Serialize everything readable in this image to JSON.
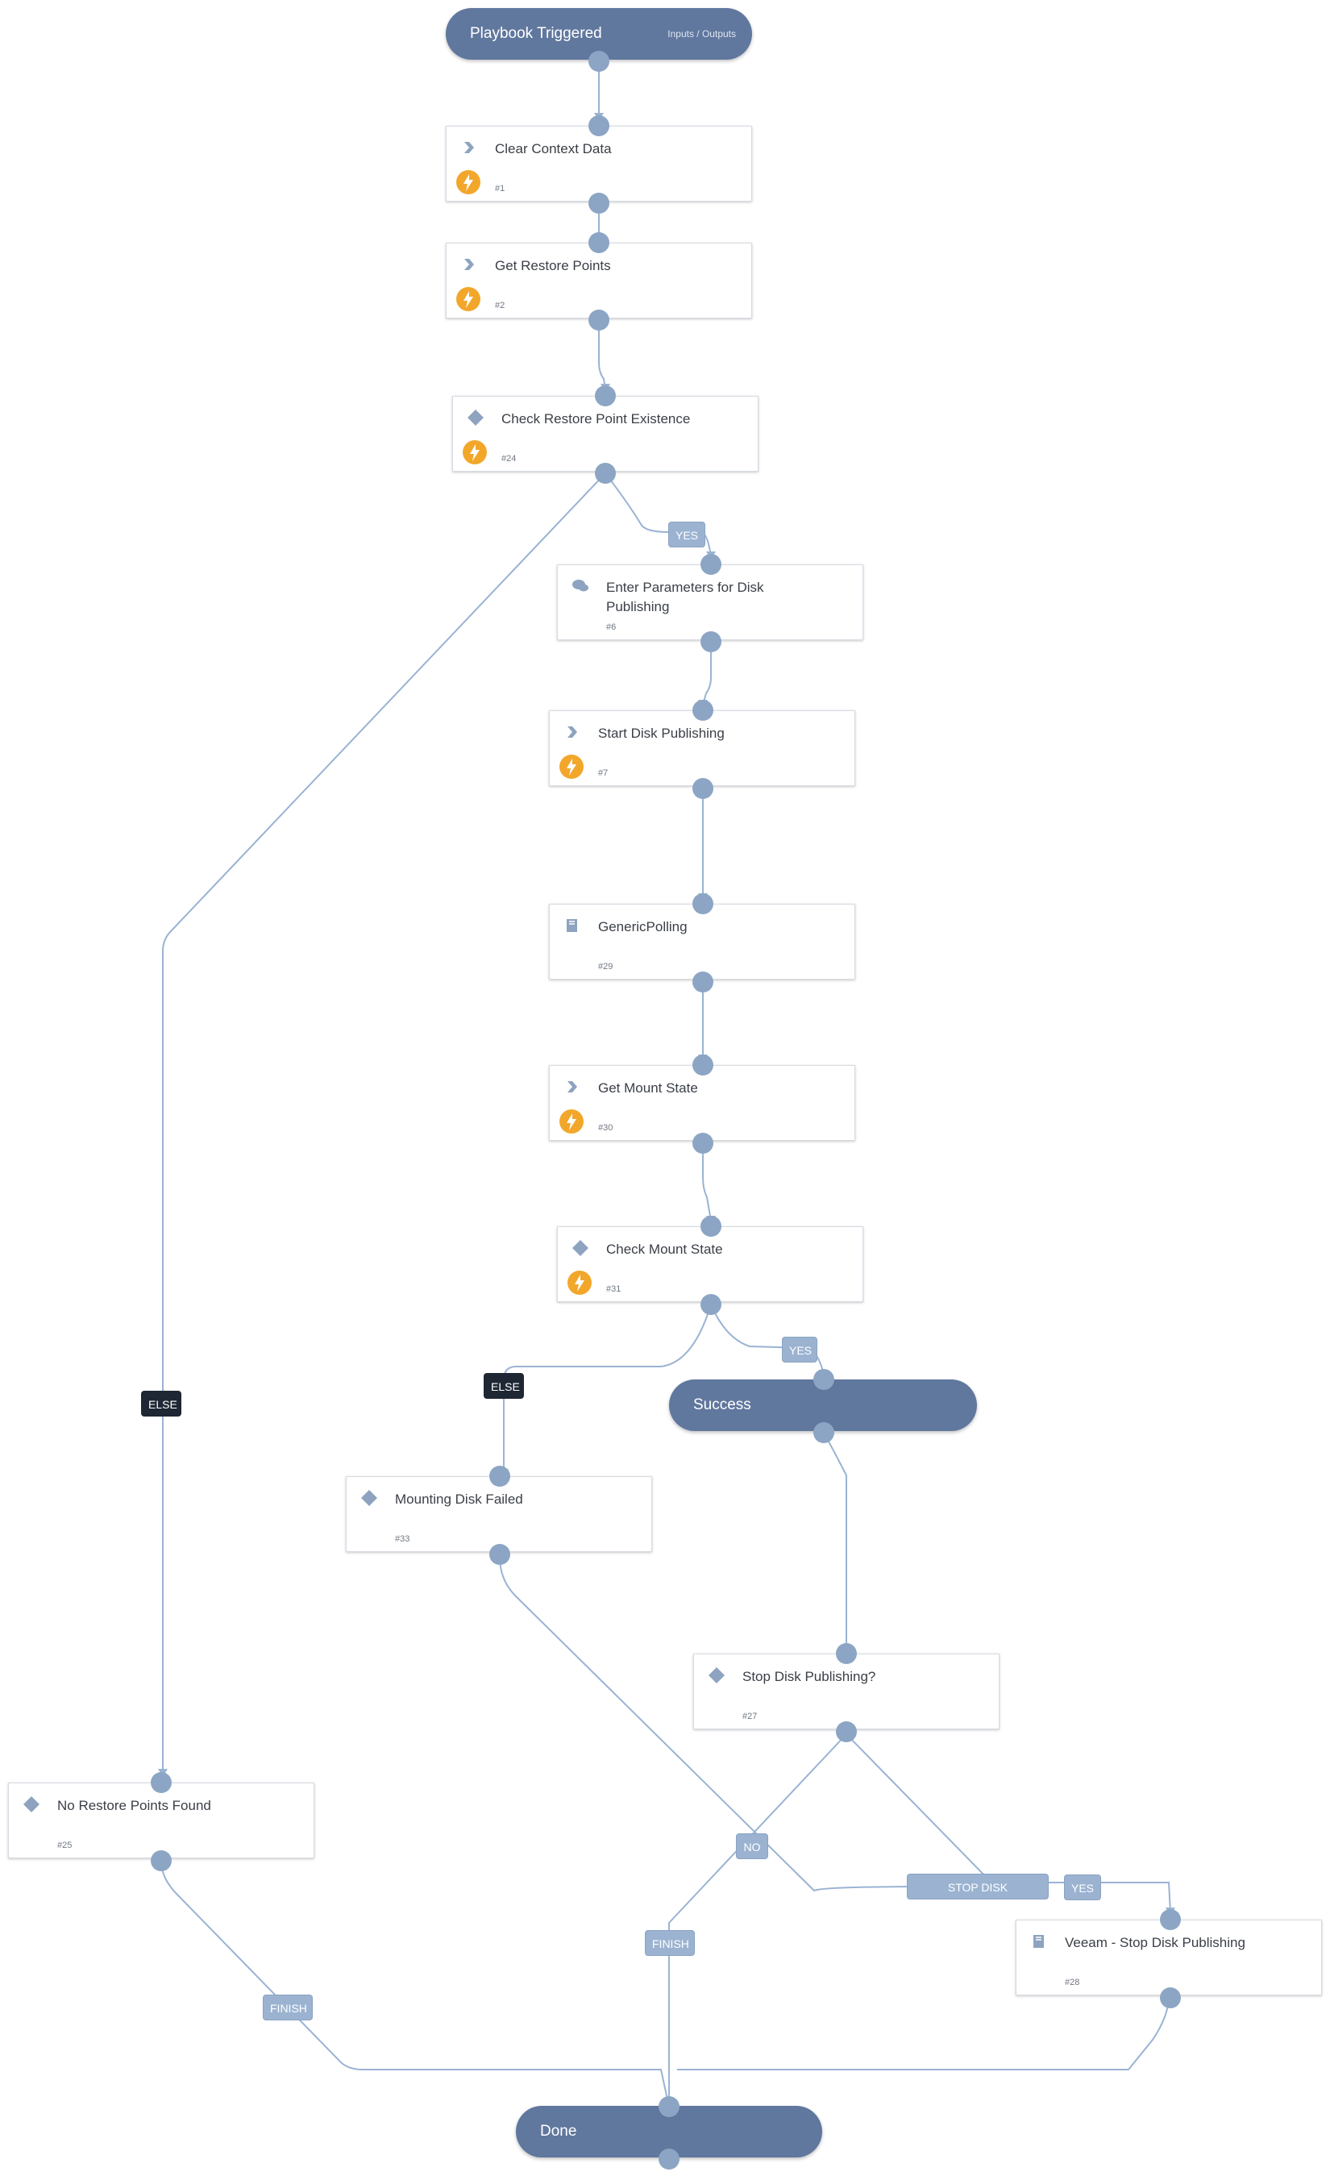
{
  "colors": {
    "accent": "#60779e",
    "edge": "#9ab3d3",
    "port": "#8ca5c4",
    "bolt": "#f2a72b",
    "label_bg": "#9bb3d1",
    "else_bg": "#1e2733"
  },
  "trigger": {
    "title": "Playbook Triggered",
    "io": "Inputs / Outputs"
  },
  "tasks": {
    "t1": {
      "title": "Clear Context Data",
      "num": "#1",
      "icon": "chevron-icon"
    },
    "t2": {
      "title": "Get Restore Points",
      "num": "#2",
      "icon": "chevron-icon"
    },
    "t24": {
      "title": "Check Restore Point Existence",
      "num": "#24",
      "icon": "diamond-icon"
    },
    "t6": {
      "title": "Enter Parameters for Disk Publishing",
      "num": "#6",
      "icon": "chat-icon"
    },
    "t7": {
      "title": "Start Disk Publishing",
      "num": "#7",
      "icon": "chevron-icon"
    },
    "t29": {
      "title": "GenericPolling",
      "num": "#29",
      "icon": "book-icon"
    },
    "t30": {
      "title": "Get Mount State",
      "num": "#30",
      "icon": "chevron-icon"
    },
    "t31": {
      "title": "Check Mount State",
      "num": "#31",
      "icon": "diamond-icon"
    },
    "t33": {
      "title": "Mounting Disk Failed",
      "num": "#33",
      "icon": "diamond-icon"
    },
    "t27": {
      "title": "Stop Disk Publishing?",
      "num": "#27",
      "icon": "diamond-icon"
    },
    "t25": {
      "title": "No Restore Points Found",
      "num": "#25",
      "icon": "diamond-icon"
    },
    "t28": {
      "title": "Veeam - Stop Disk Publishing",
      "num": "#28",
      "icon": "book-icon"
    }
  },
  "success": {
    "title": "Success"
  },
  "done": {
    "title": "Done"
  },
  "edge_labels": {
    "yes_24": "YES",
    "else_24": "ELSE",
    "yes_31": "YES",
    "else_31": "ELSE",
    "no_27": "NO",
    "stop_27": "STOP DISK PUBLISHING",
    "yes_33": "YES",
    "finish_25": "FINISH",
    "finish_33": "FINISH"
  }
}
